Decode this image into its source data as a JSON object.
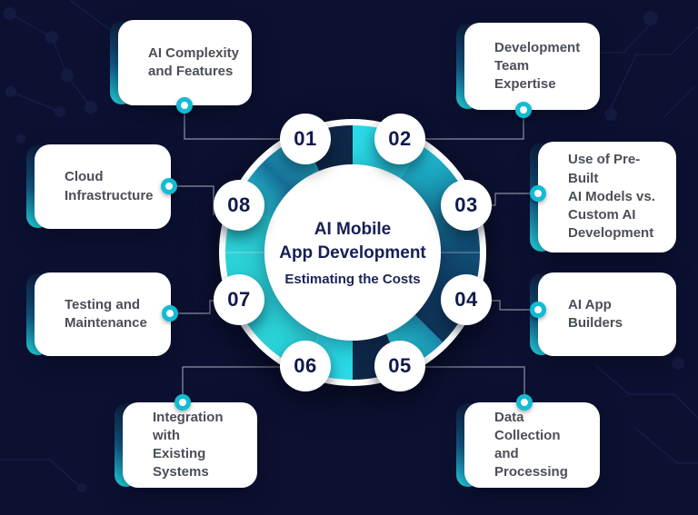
{
  "center": {
    "title": "AI Mobile\nApp Development",
    "subtitle": "Estimating the Costs"
  },
  "items": [
    {
      "number": "01",
      "label": "AI Complexity\nand Features"
    },
    {
      "number": "02",
      "label": "Development\nTeam Expertise"
    },
    {
      "number": "03",
      "label": "Use of Pre-Built\nAI Models vs.\nCustom AI\nDevelopment"
    },
    {
      "number": "04",
      "label": "AI App\nBuilders"
    },
    {
      "number": "05",
      "label": "Data Collection\nand Processing"
    },
    {
      "number": "06",
      "label": "Integration with\nExisting Systems"
    },
    {
      "number": "07",
      "label": "Testing and\nMaintenance"
    },
    {
      "number": "08",
      "label": "Cloud\nInfrastructure"
    }
  ],
  "colors": {
    "background": "#0C1132",
    "accent_cyan": "#2BD9E6",
    "deep_navy": "#0F2848",
    "card_bg": "#FFFFFF",
    "card_text": "#4A4F58",
    "title_text": "#171F56",
    "badge_text": "#10194A",
    "connector_line": "#8D93A6"
  }
}
